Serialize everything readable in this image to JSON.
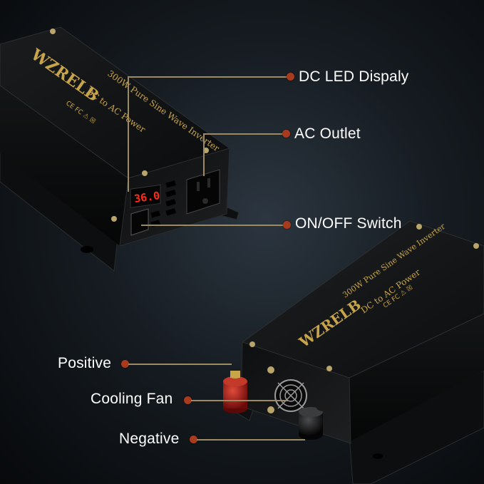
{
  "brand": "WZRELB",
  "product": {
    "model_line": "300W Pure Sine Wave Inverter",
    "sub_line": "DC to AC Power",
    "cert_marks": "CE FC ⚠ ☒"
  },
  "display_value": "36.0",
  "callouts": {
    "led": "DC LED Dispaly",
    "outlet": "AC Outlet",
    "switch": "ON/OFF Switch",
    "positive": "Positive",
    "fan": "Cooling Fan",
    "negative": "Negative"
  },
  "colors": {
    "callout_dot": "#a83a1e",
    "leader_line": "#9c8a62",
    "brand_gold": "#c9a54a",
    "led_red": "#ff2a1a",
    "terminal_red": "#b01818"
  }
}
